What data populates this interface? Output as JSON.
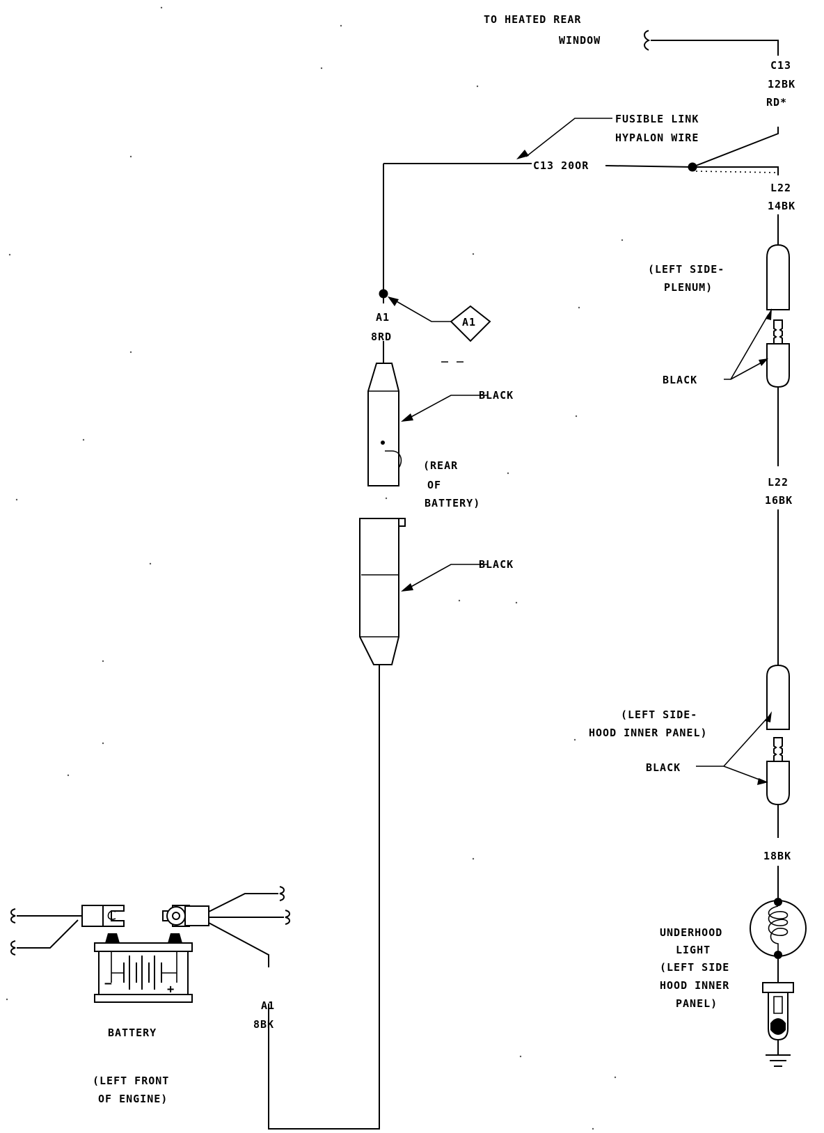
{
  "labels": {
    "heated_rear_1": "TO HEATED REAR",
    "heated_rear_2": "WINDOW",
    "c13_top_1": "C13",
    "c13_top_2": "12BK",
    "c13_top_3": "RD*",
    "fusible_1": "FUSIBLE LINK",
    "fusible_2": "HYPALON WIRE",
    "c13_200r": "C13 20OR",
    "l22_top_1": "L22",
    "l22_top_2": "14BK",
    "plenum_1": "(LEFT SIDE-",
    "plenum_2": "PLENUM)",
    "black_1": "BLACK",
    "a1_top_1": "A1",
    "a1_top_2": "8RD",
    "a1_diamond": "A1",
    "black_2": "BLACK",
    "rear_battery_1": "(REAR",
    "rear_battery_2": "OF",
    "rear_battery_3": "BATTERY)",
    "black_3": "BLACK",
    "l22_mid_1": "L22",
    "l22_mid_2": "16BK",
    "hood_panel_1": "(LEFT SIDE-",
    "hood_panel_2": "HOOD INNER PANEL)",
    "black_4": "BLACK",
    "wire_18bk": "18BK",
    "lamp_1": "UNDERHOOD",
    "lamp_2": "LIGHT",
    "lamp_3": "(LEFT SIDE",
    "lamp_4": "HOOD INNER",
    "lamp_5": "PANEL)",
    "a1_bottom_1": "A1",
    "a1_bottom_2": "8BK",
    "battery": "BATTERY",
    "engine_1": "(LEFT FRONT",
    "engine_2": "OF ENGINE)",
    "battery_minus": "−",
    "battery_plus": "+"
  }
}
